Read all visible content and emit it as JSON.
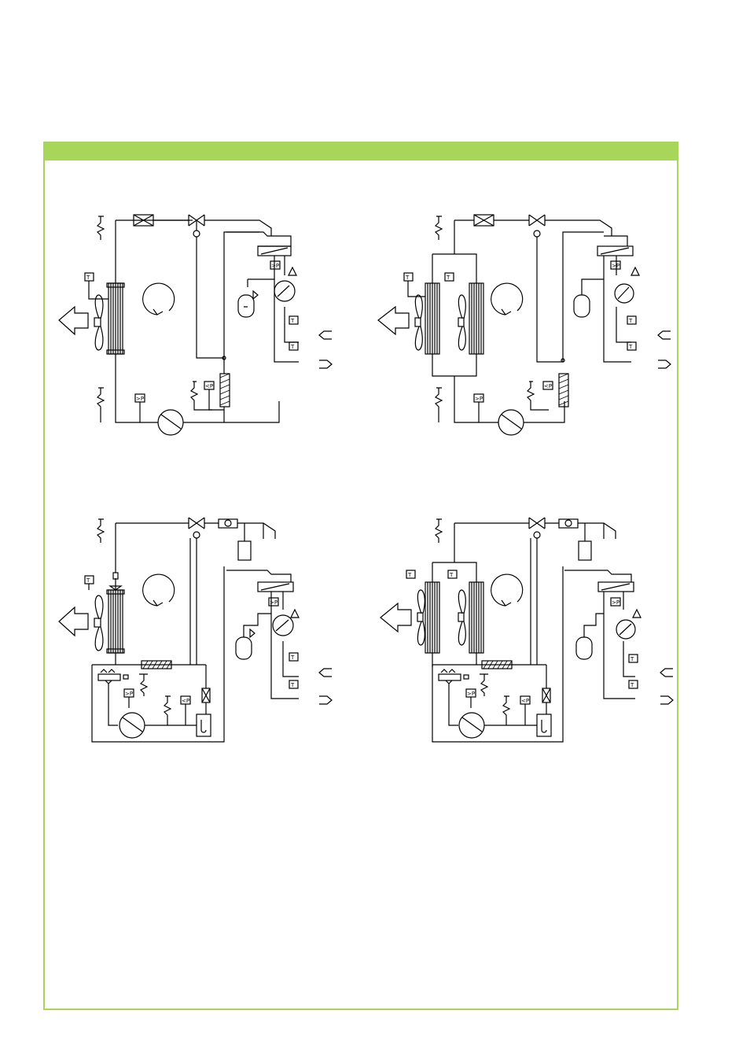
{
  "colors": {
    "accent": "#a8d65a",
    "line": "#000000",
    "background": "#ffffff"
  },
  "header": {
    "title": ""
  },
  "sensor_labels": {
    "temperature": "T",
    "pressure": ">P",
    "diff_pressure": "<P"
  },
  "diagrams": [
    {
      "id": "A",
      "condenser_coils": 1,
      "receiver": false,
      "arrows": [
        "in",
        "out",
        "exhaust"
      ]
    },
    {
      "id": "B",
      "condenser_coils": 2,
      "receiver": false,
      "arrows": [
        "in",
        "out",
        "exhaust"
      ]
    },
    {
      "id": "C",
      "condenser_coils": 1,
      "receiver": true,
      "arrows": [
        "in",
        "out",
        "exhaust"
      ]
    },
    {
      "id": "D",
      "condenser_coils": 2,
      "receiver": true,
      "arrows": [
        "in",
        "out",
        "exhaust"
      ]
    }
  ]
}
